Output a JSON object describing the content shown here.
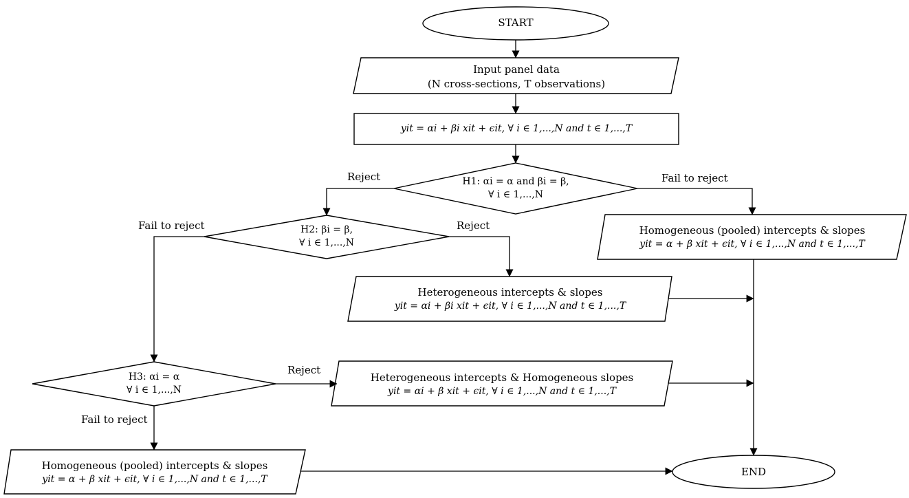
{
  "nodes": {
    "start": {
      "text": "START"
    },
    "input": {
      "line1": "Input panel data",
      "line2": "(N cross-sections, T observations)"
    },
    "model": {
      "formula": "yit = αi + βi xit + ϵit, ∀ i ∈ 1,...,N and t ∈ 1,...,T"
    },
    "h1": {
      "line1": "H1: αi = α and βi = β,",
      "line2": "∀ i ∈ 1,...,N"
    },
    "h2": {
      "line1": "H2: βi = β,",
      "line2": "∀ i ∈ 1,...,N"
    },
    "h3": {
      "line1": "H3:  αi = α",
      "line2": "∀ i ∈ 1,...,N"
    },
    "pooled_right": {
      "title": "Homogeneous (pooled) intercepts & slopes",
      "formula": "yit = α + β xit + ϵit, ∀ i ∈ 1,...,N and t ∈ 1,...,T"
    },
    "het_both": {
      "title": "Heterogeneous intercepts & slopes",
      "formula": "yit = αi + βi xit + ϵit, ∀ i ∈ 1,...,N and t ∈ 1,...,T"
    },
    "het_int": {
      "title": "Heterogeneous intercepts & Homogeneous slopes",
      "formula": "yit = αi + β xit + ϵit, ∀ i ∈ 1,...,N and t ∈ 1,...,T"
    },
    "pooled_bottom": {
      "title": "Homogeneous (pooled) intercepts & slopes",
      "formula": "yit = α + β xit + ϵit, ∀ i ∈ 1,...,N and t ∈ 1,...,T"
    },
    "end": {
      "text": "END"
    }
  },
  "edges": {
    "h1_reject": "Reject",
    "h1_fail": "Fail to reject",
    "h2_fail": "Fail to reject",
    "h2_reject": "Reject",
    "h3_reject": "Reject",
    "h3_fail": "Fail to reject"
  }
}
